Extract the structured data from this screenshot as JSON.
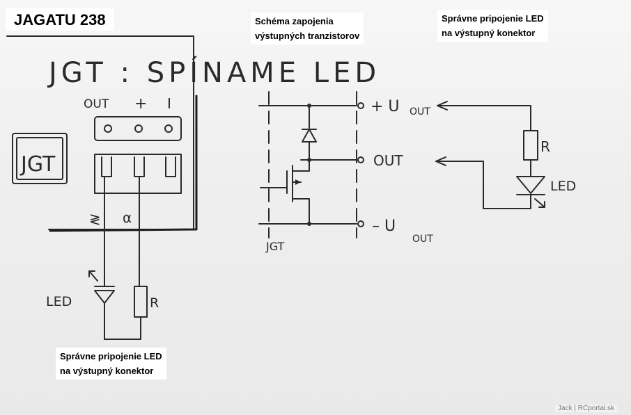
{
  "title": "JAGATU 238",
  "captions": {
    "center_line1": "Schéma zapojenia",
    "center_line2": "výstupných tranzistorov",
    "right_line1": "Správne pripojenie LED",
    "right_line2": "na výstupný konektor",
    "bottom_line1": "Správne pripojenie LED",
    "bottom_line2": "na výstupný konektor"
  },
  "sketch": {
    "heading": "JGT : SPÍNAME LED",
    "box_label": "JGT",
    "pin_labels": [
      "OUT",
      "+",
      "I"
    ],
    "wire_marks": [
      "≷",
      "α"
    ],
    "led_label": "LED",
    "resistor_label": "R",
    "schematic": {
      "plus_out": "+ U",
      "plus_out_sub": "OUT",
      "out": "OUT",
      "minus_out": "– U",
      "minus_out_sub": "OUT",
      "jgt": "JGT"
    },
    "right": {
      "resistor_label": "R",
      "led_label": "LED"
    }
  },
  "credit": "Jack | RCportal.sk"
}
